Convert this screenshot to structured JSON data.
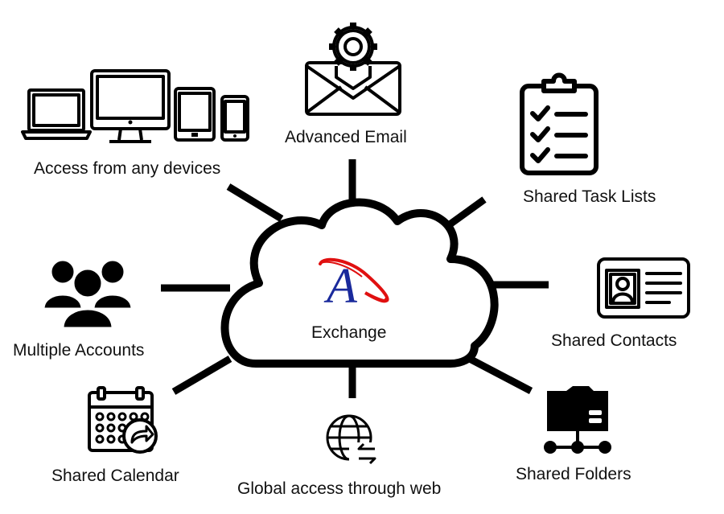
{
  "center": {
    "label": "Exchange",
    "logo_letter": "A",
    "logo_colors": {
      "letter": "#1a2a9c",
      "swoosh": "#e01010"
    }
  },
  "features": [
    {
      "label": "Advanced Email",
      "icon": "email-gear-icon"
    },
    {
      "label": "Access from any devices",
      "icon": "devices-icon"
    },
    {
      "label": "Shared Task Lists",
      "icon": "clipboard-checklist-icon"
    },
    {
      "label": "Multiple Accounts",
      "icon": "users-group-icon"
    },
    {
      "label": "Shared Contacts",
      "icon": "contact-card-icon"
    },
    {
      "label": "Shared Calendar",
      "icon": "calendar-share-icon"
    },
    {
      "label": "Global access through web",
      "icon": "globe-arrow-icon"
    },
    {
      "label": "Shared Folders",
      "icon": "folder-network-icon"
    }
  ],
  "colors": {
    "stroke": "#000000",
    "text": "#111111",
    "background": "#ffffff"
  }
}
